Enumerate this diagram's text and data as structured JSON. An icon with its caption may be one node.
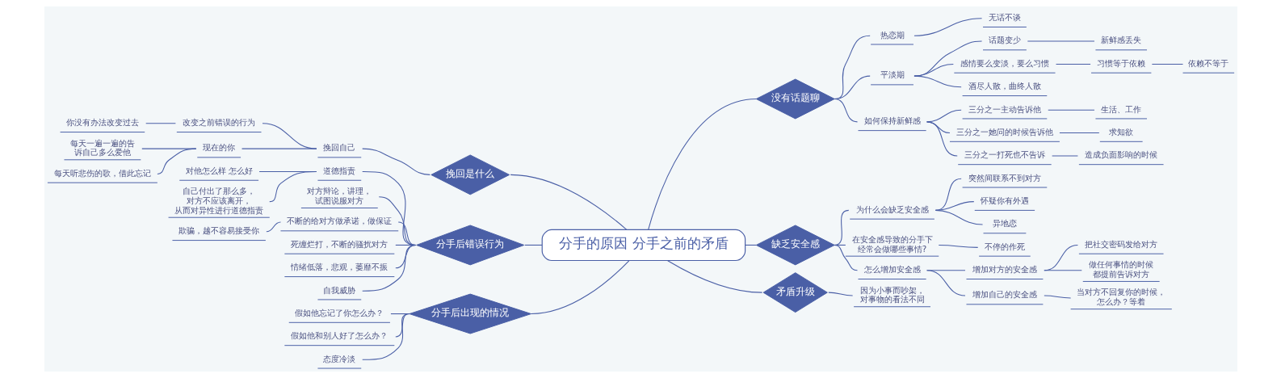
{
  "diagram": {
    "nodes": [
      {
        "text": [
          "分手的原因 分手之前的矛盾"
        ]
      },
      {
        "text": [
          "没有话题聊"
        ]
      },
      {
        "text": [
          "热恋期"
        ]
      },
      {
        "text": [
          "无话不谈"
        ]
      },
      {
        "text": [
          "平淡期"
        ]
      },
      {
        "text": [
          "话题变少"
        ]
      },
      {
        "text": [
          "新鲜感丢失"
        ]
      },
      {
        "text": [
          "感情要么变淡，要么习惯"
        ]
      },
      {
        "text": [
          "习惯等于依赖"
        ]
      },
      {
        "text": [
          "依赖不等于"
        ]
      },
      {
        "text": [
          "酒尽人散，曲终人散"
        ]
      },
      {
        "text": [
          "如何保持新鲜感"
        ]
      },
      {
        "text": [
          "三分之一主动告诉他"
        ]
      },
      {
        "text": [
          "生活、工作"
        ]
      },
      {
        "text": [
          "三分之一她问的时候告诉他"
        ]
      },
      {
        "text": [
          "求知欲"
        ]
      },
      {
        "text": [
          "三分之一打死也不告诉"
        ]
      },
      {
        "text": [
          "造成负面影响的时候"
        ]
      },
      {
        "text": [
          "缺乏安全感"
        ]
      },
      {
        "text": [
          "为什么会缺乏安全感"
        ]
      },
      {
        "text": [
          "突然间联系不到对方"
        ]
      },
      {
        "text": [
          "怀疑你有外遇"
        ]
      },
      {
        "text": [
          "异地恋"
        ]
      },
      {
        "text": [
          "在安全感导致的分手下经常会做哪些事情?"
        ]
      },
      {
        "text": [
          "不停的作死"
        ]
      },
      {
        "text": [
          "怎么增加安全感"
        ]
      },
      {
        "text": [
          "增加对方的安全感"
        ]
      },
      {
        "text": [
          "把社交密码发给对方"
        ]
      },
      {
        "text": [
          "做任何事情的时候都提前告诉对方"
        ]
      },
      {
        "text": [
          "增加自己的安全感"
        ]
      },
      {
        "text": [
          "当对方不回复你的时候，怎么办？等着"
        ]
      },
      {
        "text": [
          "矛盾升级"
        ]
      },
      {
        "text": [
          "因为小事而吵架，对事物的看法不同"
        ]
      },
      {
        "text": [
          "挽回是什么"
        ]
      },
      {
        "text": [
          "挽回自己"
        ]
      },
      {
        "text": [
          "改变之前错误的行为"
        ]
      },
      {
        "text": [
          "你没有办法改变过去"
        ]
      },
      {
        "text": [
          "现在的你"
        ]
      },
      {
        "text": [
          "每天一遍一遍的告诉自己多么爱他"
        ]
      },
      {
        "text": [
          "每天听悲伤的歌，借此忘记"
        ]
      },
      {
        "text": [
          "分手后错误行为"
        ]
      },
      {
        "text": [
          "道德指责"
        ]
      },
      {
        "text": [
          "对他怎么样 怎么好"
        ]
      },
      {
        "text": [
          "自己付出了那么多，对方不应该离开，从而对异性进行道德指责"
        ]
      },
      {
        "text": [
          "对方辩论，讲理，试图说服对方"
        ]
      },
      {
        "text": [
          "不断的给对方做承诺，做保证"
        ]
      },
      {
        "text": [
          "欺骗，越不容易接受你"
        ]
      },
      {
        "text": [
          "死缠烂打，不断的骚扰对方"
        ]
      },
      {
        "text": [
          "情绪低落，悲观，萎靡不振"
        ]
      },
      {
        "text": [
          "自我威胁"
        ]
      },
      {
        "text": [
          "分手后出现的情况"
        ]
      },
      {
        "text": [
          "假如他忘记了你怎么办？"
        ]
      },
      {
        "text": [
          "假如他和别人好了怎么办？"
        ]
      },
      {
        "text": [
          "态度冷淡"
        ]
      }
    ],
    "edges": [
      {
        "from": 0,
        "to": 1,
        "arrow": "none"
      },
      {
        "from": 1,
        "to": 2,
        "arrow": "none"
      },
      {
        "from": 2,
        "to": 3,
        "arrow": "none"
      },
      {
        "from": 1,
        "to": 4,
        "arrow": "none"
      },
      {
        "from": 4,
        "to": 5,
        "arrow": "none"
      },
      {
        "from": 5,
        "to": 6,
        "arrow": "none"
      },
      {
        "from": 4,
        "to": 7,
        "arrow": "none"
      },
      {
        "from": 7,
        "to": 8,
        "arrow": "none"
      },
      {
        "from": 8,
        "to": 9,
        "arrow": "none"
      },
      {
        "from": 4,
        "to": 10,
        "arrow": "none"
      },
      {
        "from": 1,
        "to": 11,
        "arrow": "none"
      },
      {
        "from": 11,
        "to": 12,
        "arrow": "none"
      },
      {
        "from": 12,
        "to": 13,
        "arrow": "none"
      },
      {
        "from": 11,
        "to": 14,
        "arrow": "none"
      },
      {
        "from": 14,
        "to": 15,
        "arrow": "none"
      },
      {
        "from": 11,
        "to": 16,
        "arrow": "none"
      },
      {
        "from": 16,
        "to": 17,
        "arrow": "none"
      },
      {
        "from": 0,
        "to": 18,
        "arrow": "none"
      },
      {
        "from": 18,
        "to": 19,
        "arrow": "none"
      },
      {
        "from": 19,
        "to": 20,
        "arrow": "none"
      },
      {
        "from": 19,
        "to": 21,
        "arrow": "none"
      },
      {
        "from": 19,
        "to": 22,
        "arrow": "none"
      },
      {
        "from": 18,
        "to": 23,
        "arrow": "none"
      },
      {
        "from": 23,
        "to": 24,
        "arrow": "none"
      },
      {
        "from": 18,
        "to": 25,
        "arrow": "none"
      },
      {
        "from": 25,
        "to": 26,
        "arrow": "none"
      },
      {
        "from": 26,
        "to": 27,
        "arrow": "none"
      },
      {
        "from": 26,
        "to": 28,
        "arrow": "none"
      },
      {
        "from": 25,
        "to": 29,
        "arrow": "none"
      },
      {
        "from": 29,
        "to": 30,
        "arrow": "none"
      },
      {
        "from": 0,
        "to": 31,
        "arrow": "none"
      },
      {
        "from": 31,
        "to": 32,
        "arrow": "none"
      },
      {
        "from": 0,
        "to": 33,
        "arrow": "none"
      },
      {
        "from": 33,
        "to": 34,
        "arrow": "none"
      },
      {
        "from": 34,
        "to": 35,
        "arrow": "none"
      },
      {
        "from": 35,
        "to": 36,
        "arrow": "none"
      },
      {
        "from": 34,
        "to": 37,
        "arrow": "none"
      },
      {
        "from": 37,
        "to": 38,
        "arrow": "none"
      },
      {
        "from": 37,
        "to": 39,
        "arrow": "none"
      },
      {
        "from": 0,
        "to": 40,
        "arrow": "none"
      },
      {
        "from": 40,
        "to": 41,
        "arrow": "none"
      },
      {
        "from": 41,
        "to": 42,
        "arrow": "none"
      },
      {
        "from": 41,
        "to": 43,
        "arrow": "none"
      },
      {
        "from": 40,
        "to": 44,
        "arrow": "none"
      },
      {
        "from": 40,
        "to": 45,
        "arrow": "none"
      },
      {
        "from": 45,
        "to": 46,
        "arrow": "none"
      },
      {
        "from": 40,
        "to": 47,
        "arrow": "none"
      },
      {
        "from": 40,
        "to": 48,
        "arrow": "none"
      },
      {
        "from": 40,
        "to": 49,
        "arrow": "none"
      },
      {
        "from": 0,
        "to": 50,
        "arrow": "none"
      },
      {
        "from": 50,
        "to": 51,
        "arrow": "none"
      },
      {
        "from": 50,
        "to": 52,
        "arrow": "none"
      },
      {
        "from": 50,
        "to": 53,
        "arrow": "none"
      }
    ]
  }
}
